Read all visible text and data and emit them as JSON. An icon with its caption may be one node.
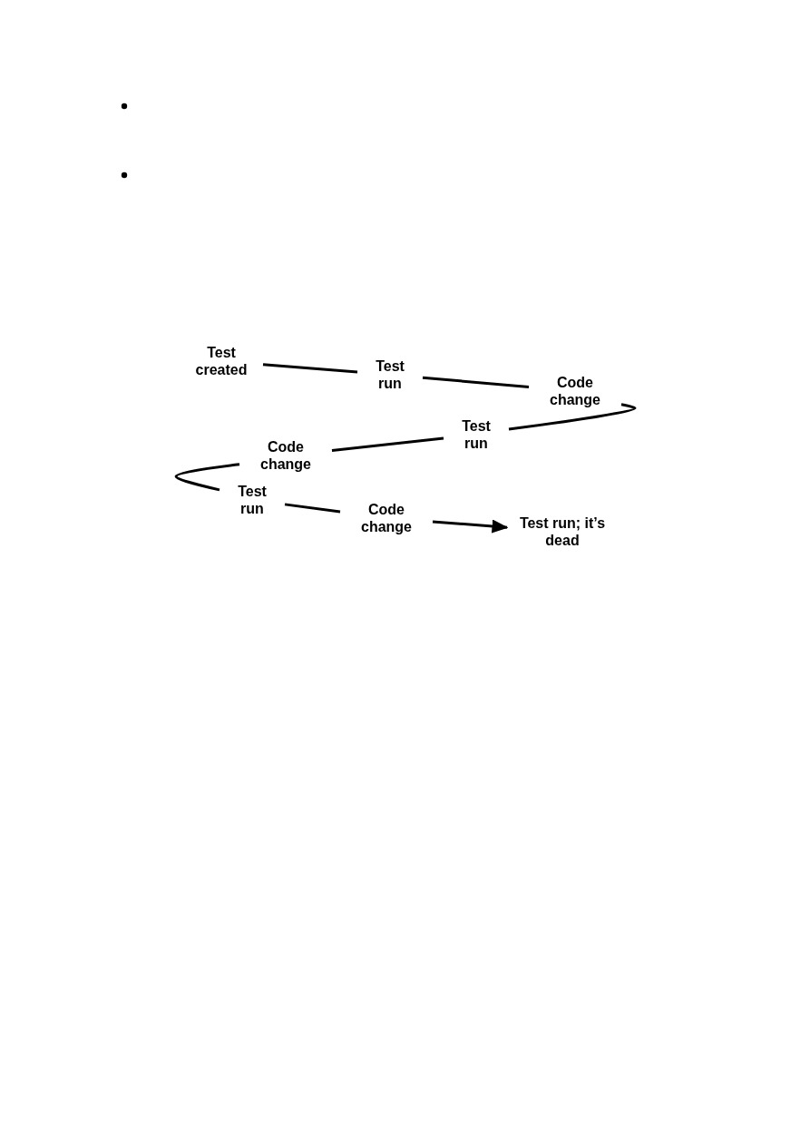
{
  "diagram": {
    "nodes": [
      {
        "text": [
          "Test created"
        ]
      },
      {
        "text": [
          "Test run"
        ]
      },
      {
        "text": [
          "Code change"
        ]
      },
      {
        "text": [
          "Test run"
        ]
      },
      {
        "text": [
          "Code change"
        ]
      },
      {
        "text": [
          "Test run"
        ]
      },
      {
        "text": [
          "Code change"
        ]
      },
      {
        "text": [
          "Test run; it’s dead"
        ]
      }
    ],
    "edges": [
      {
        "from": 0,
        "to": 1,
        "arrow": "none"
      },
      {
        "from": 1,
        "to": 2,
        "arrow": "none"
      },
      {
        "from": 2,
        "to": 3,
        "arrow": "none"
      },
      {
        "from": 3,
        "to": 4,
        "arrow": "none"
      },
      {
        "from": 4,
        "to": 5,
        "arrow": "none"
      },
      {
        "from": 5,
        "to": 6,
        "arrow": "none"
      },
      {
        "from": 6,
        "to": 7,
        "arrow": "to"
      }
    ]
  }
}
